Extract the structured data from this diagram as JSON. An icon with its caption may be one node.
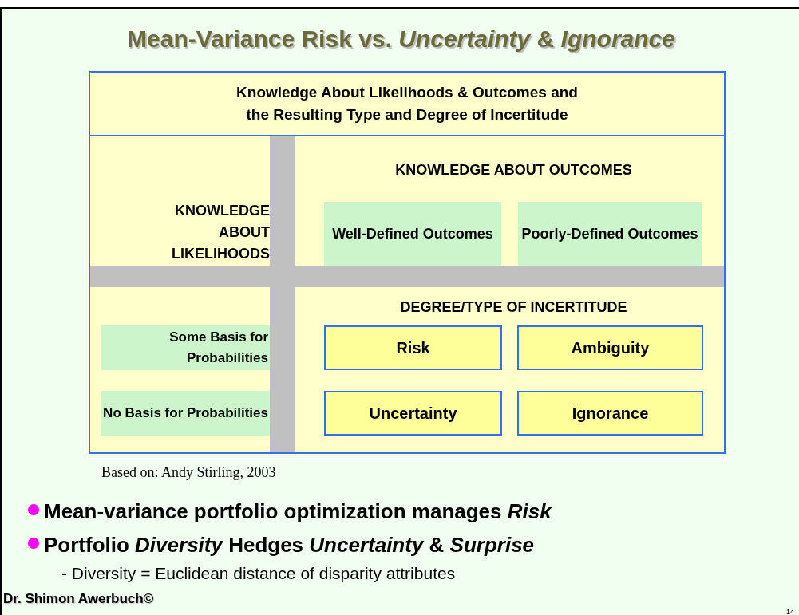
{
  "diagram": {
    "title": "Mean-Variance Risk vs. *Uncertainty* & *Ignorance*",
    "nodes": [
      {
        "text": [
          "Knowledge About Likelihoods & Outcomes and the Resulting Type and Degree of Incertitude"
        ]
      },
      {
        "text": [
          "Well-Defined Outcomes"
        ],
        "in": 0
      },
      {
        "text": [
          "Poorly-Defined Outcomes"
        ],
        "in": 0
      },
      {
        "text": [
          "Some Basis for Probabilities"
        ],
        "in": 0
      },
      {
        "text": [
          "Risk"
        ],
        "in": 0
      },
      {
        "text": [
          "Ambiguity"
        ],
        "in": 0
      },
      {
        "text": [
          "No Basis for Probabilities"
        ],
        "in": 0
      },
      {
        "text": [
          "Uncertainty"
        ],
        "in": 0
      },
      {
        "text": [
          "Ignorance"
        ],
        "in": 0
      }
    ],
    "labels": [
      "KNOWLEDGE ABOUT OUTCOMES",
      "KNOWLEDGE ABOUT LIKELIHOODS",
      "DEGREE/TYPE OF INCERTITUDE",
      "Based on: Andy Stirling, 2003",
      "Mean-variance portfolio optimization manages *Risk*",
      "Portfolio *Diversity* Hedges *Uncertainty* & *Surprise*",
      "- Diversity = Euclidean distance of disparity attributes",
      "Dr. Shimon Awerbuch©",
      "14"
    ]
  }
}
